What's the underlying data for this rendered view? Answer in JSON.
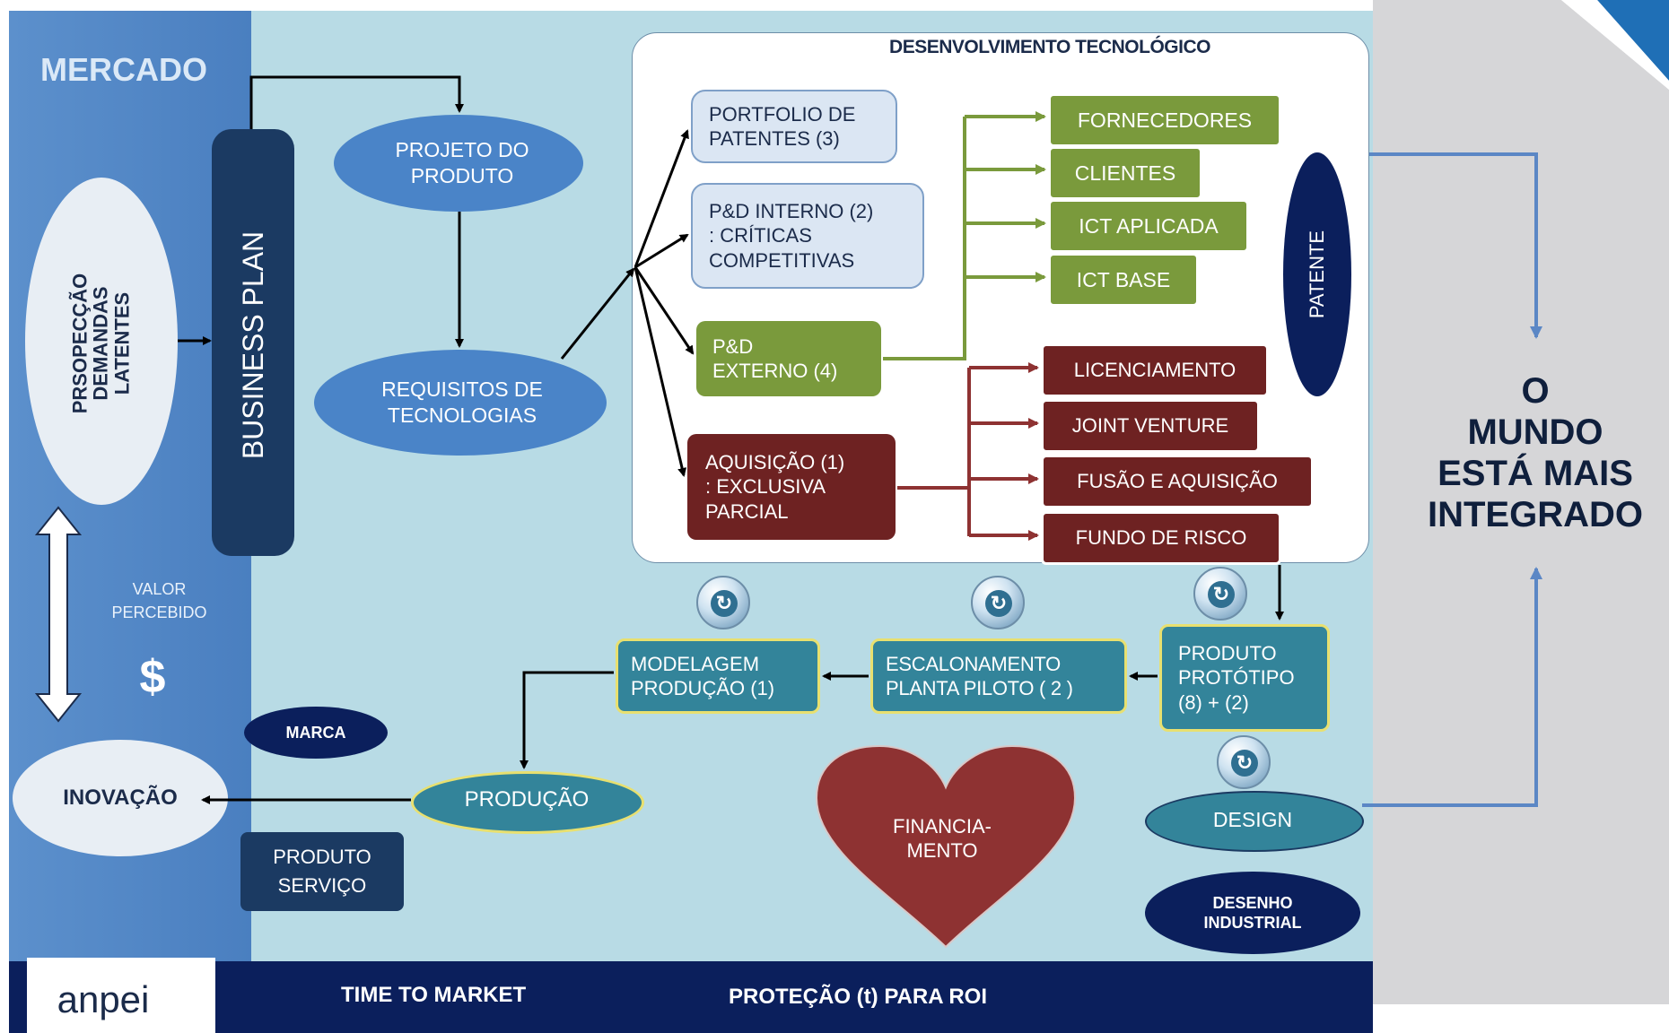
{
  "market": {
    "title": "MERCADO",
    "prospection": "PRSOPECÇÃO\nDEMANDAS\nLATENTES",
    "value_label": "VALOR\nPERCEBIDO",
    "currency": "$",
    "innovation": "INOVAÇÃO",
    "brand": "MARCA",
    "product_service": "PRODUTO\nSERVIÇO"
  },
  "business_plan": "BUSINESS   PLAN",
  "flow": {
    "project": "PROJETO DO\nPRODUTO",
    "requirements": "REQUISITOS DE\nTECNOLOGIAS"
  },
  "tech_dev": {
    "title": "DESENVOLVIMENTO TECNOLÓGICO",
    "portfolio": "PORTFOLIO DE\nPATENTES (3)",
    "internal": "P&D INTERNO (2)\n: CRÍTICAS\nCOMPETITIVAS",
    "external": "P&D\nEXTERNO (4)",
    "acquisition": "AQUISIÇÃO (1)\n: EXCLUSIVA\nPARCIAL",
    "green_targets": [
      "FORNECEDORES",
      "CLIENTES",
      "ICT  APLICADA",
      "ICT  BASE"
    ],
    "red_targets": [
      "LICENCIAMENTO",
      "JOINT VENTURE",
      "FUSÃO E AQUISIÇÃO",
      "FUNDO  DE RISCO"
    ],
    "patent": "PATENTE"
  },
  "production_flow": {
    "prototype": "PRODUTO\nPROTÓTIPO\n(8) + (2)",
    "scaling": "ESCALONAMENTO\nPLANTA PILOTO ( 2 )",
    "modeling": "MODELAGEM\nPRODUÇÃO (1)",
    "production": "PRODUÇÃO",
    "design": "DESIGN",
    "industrial_design": "DESENHO\nINDUSTRIAL",
    "financing": "FINANCIA-\nMENTO"
  },
  "world": "O\nMUNDO\nESTÁ MAIS\nINTEGRADO",
  "footer": {
    "logo": "anpei",
    "time_to_market": "TIME TO MARKET",
    "protection": "PROTEÇÃO  (t) PARA  ROI"
  },
  "colors": {
    "background": "#b8dbe5",
    "market_band": "#4f86c6",
    "navy": "#0b1f5c",
    "green": "#7a9a3c",
    "dark_red": "#6e2222",
    "teal": "#33849a",
    "heart": "#8e3232"
  }
}
